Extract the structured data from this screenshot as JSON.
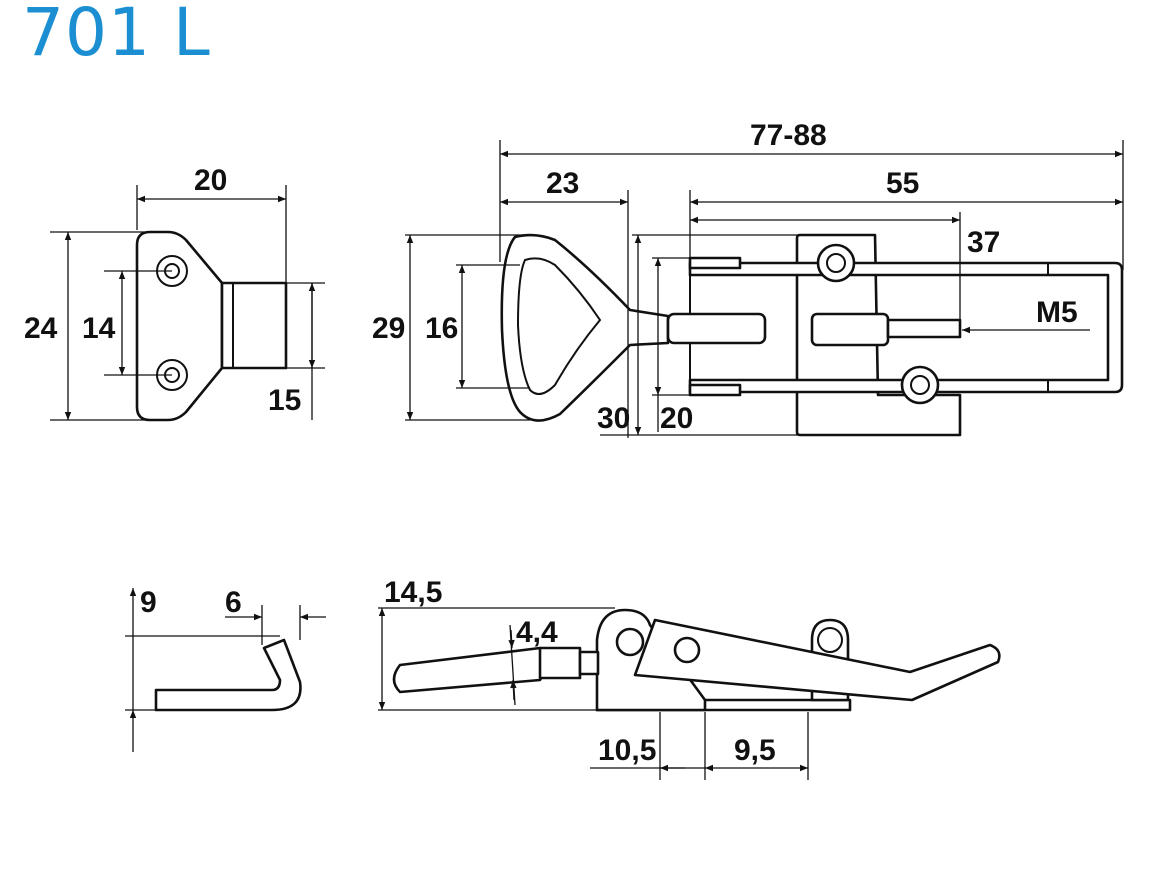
{
  "title": "701 L",
  "colors": {
    "title": "#1b8fd2",
    "lines": "#111111"
  },
  "views": {
    "keeper_top": {
      "width": "20",
      "height": "24",
      "hole_spacing": "14",
      "tab": "15"
    },
    "latch_top": {
      "overall": "77-88",
      "handle": "23",
      "body": "55",
      "hook_reach": "37",
      "handle_height": "29",
      "handle_inner": "16",
      "base_height": "30",
      "rail_height": "20",
      "thread": "M5"
    },
    "keeper_side": {
      "height": "9",
      "hook": "6"
    },
    "latch_side": {
      "height": "14,5",
      "rod": "4,4",
      "pivot_offset": "10,5",
      "hole_offset": "9,5"
    }
  }
}
